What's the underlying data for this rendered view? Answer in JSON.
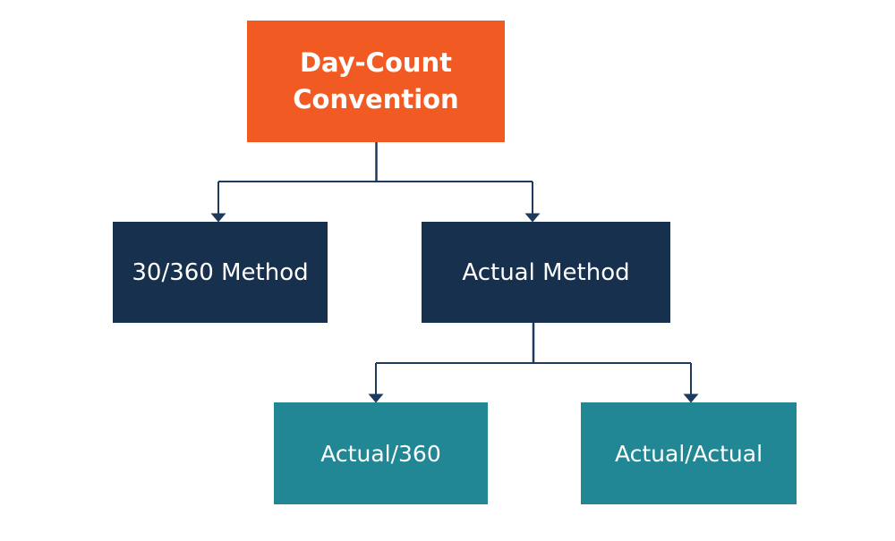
{
  "diagram": {
    "type": "tree",
    "title": "Day-Count Convention",
    "palette": {
      "orange": "#F15A22",
      "navy": "#16304E",
      "teal": "#218795",
      "connector": "#1F3A5F",
      "text": "#FFFFFF",
      "background": "#FFFFFF"
    },
    "nodes": {
      "root": {
        "label": "Day-Count Convention",
        "fill": "#F15A22",
        "level": 1
      },
      "m30_360": {
        "label": "30/360 Method",
        "fill": "#16304E",
        "level": 2
      },
      "actual": {
        "label": "Actual Method",
        "fill": "#16304E",
        "level": 2
      },
      "act360": {
        "label": "Actual/360",
        "fill": "#218795",
        "level": 3
      },
      "actact": {
        "label": "Actual/Actual",
        "fill": "#218795",
        "level": 3
      }
    },
    "edges": [
      {
        "from": "root",
        "to": "m30_360"
      },
      {
        "from": "root",
        "to": "actual"
      },
      {
        "from": "actual",
        "to": "act360"
      },
      {
        "from": "actual",
        "to": "actact"
      }
    ]
  }
}
